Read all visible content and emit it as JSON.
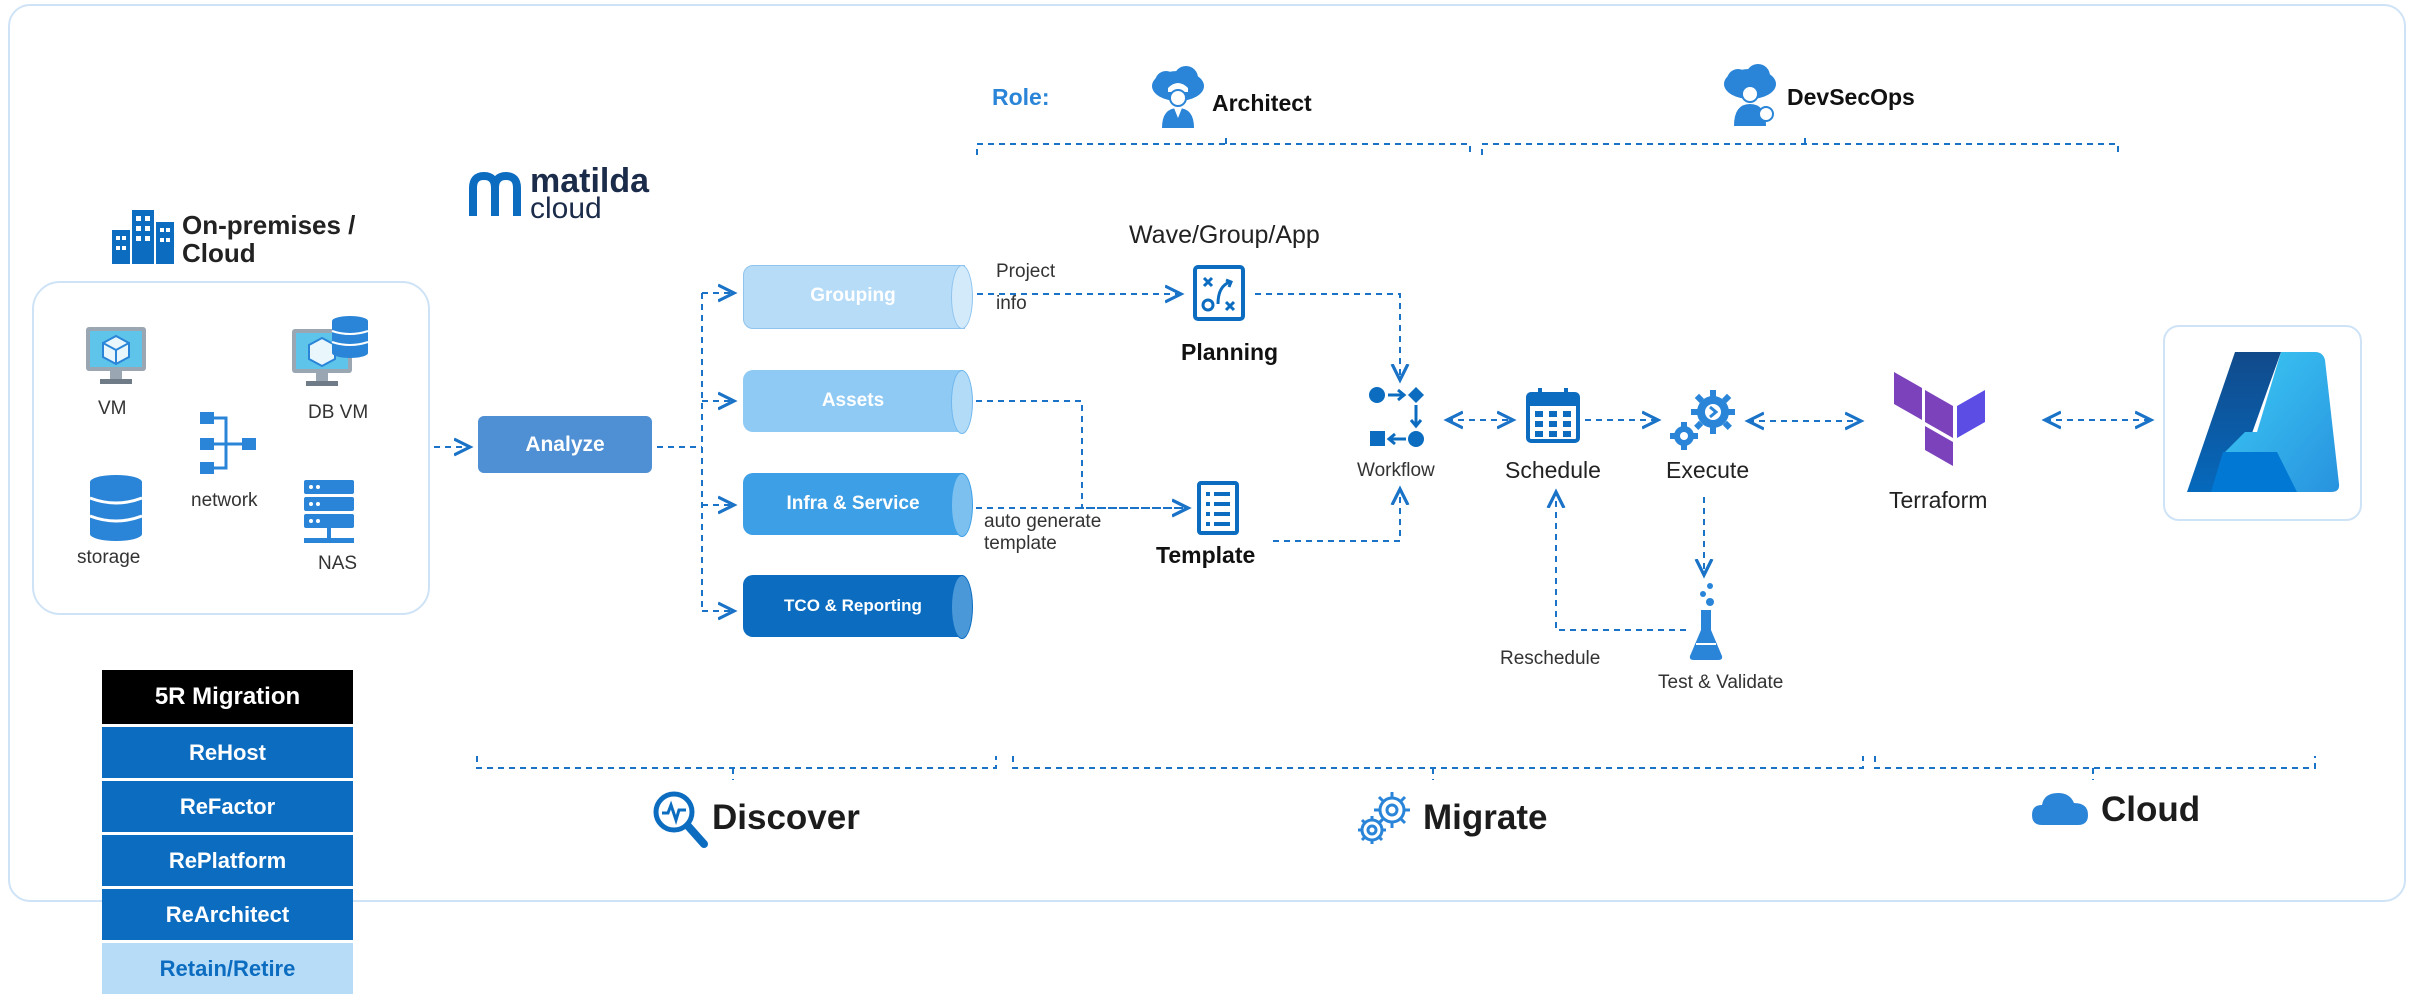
{
  "colors": {
    "accent": "#0b6cc0",
    "light_blue": "#b7dcf7",
    "line": "#1a73c7",
    "border": "#cfe3f7"
  },
  "role_label": "Role:",
  "roles": {
    "architect": "Architect",
    "devsecops": "DevSecOps"
  },
  "brand": {
    "line1": "matilda",
    "line2": "cloud"
  },
  "onprem": {
    "title_line1": "On-premises /",
    "title_line2": "Cloud",
    "items": {
      "vm": "VM",
      "db_vm": "DB VM",
      "network": "network",
      "storage": "storage",
      "nas": "NAS"
    }
  },
  "analyze_label": "Analyze",
  "discover_steps": {
    "grouping": "Grouping",
    "assets": "Assets",
    "infra": "Infra & Service",
    "tco": "TCO & Reporting"
  },
  "annotations": {
    "project": "Project",
    "info": "info",
    "auto_generate": "auto generate",
    "template_word": "template"
  },
  "wave_label": "Wave/Group/App",
  "nodes": {
    "planning": "Planning",
    "template": "Template",
    "workflow": "Workflow",
    "schedule": "Schedule",
    "execute": "Execute",
    "terraform": "Terraform",
    "test_validate": "Test & Validate",
    "reschedule": "Reschedule"
  },
  "phases": {
    "discover": "Discover",
    "migrate": "Migrate",
    "cloud": "Cloud"
  },
  "migration": {
    "title": "5R Migration",
    "items": [
      "ReHost",
      "ReFactor",
      "RePlatform",
      "ReArchitect",
      "Retain/Retire"
    ]
  },
  "icons": [
    "building-icon",
    "vm-icon",
    "db-vm-icon",
    "network-icon",
    "storage-icon",
    "nas-icon",
    "architect-icon",
    "devsecops-icon",
    "planning-icon",
    "template-icon",
    "workflow-icon",
    "schedule-icon",
    "execute-icon",
    "terraform-icon",
    "azure-icon",
    "flask-icon",
    "discover-icon",
    "migrate-icon",
    "cloud-icon",
    "matilda-logo-icon"
  ]
}
